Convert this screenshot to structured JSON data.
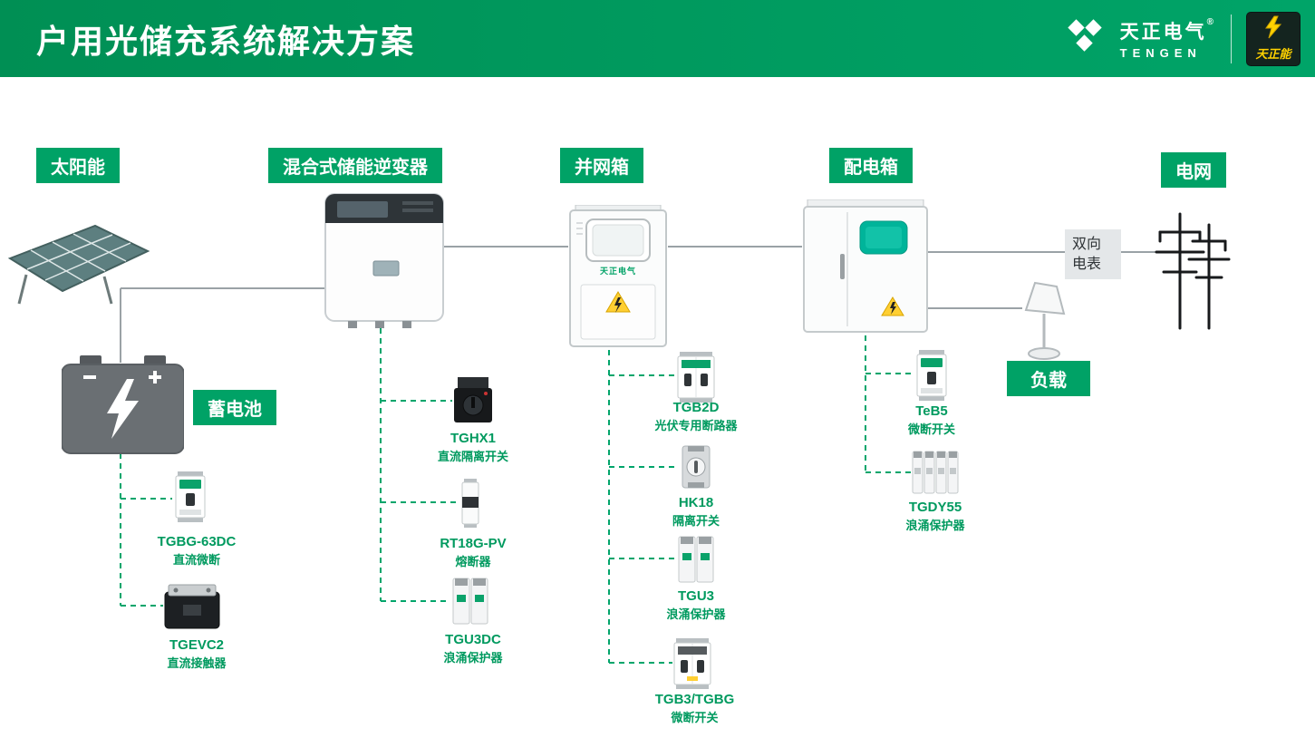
{
  "header": {
    "title": "户用光储充系统解决方案",
    "logo_cn": "天正电气",
    "logo_en": "TENGEN",
    "reg": "®",
    "badge": "天正能"
  },
  "sections": {
    "solar": "太阳能",
    "inverter": "混合式储能逆变器",
    "grid_box": "并网箱",
    "dist_box": "配电箱",
    "grid": "电网",
    "battery": "蓄电池",
    "load": "负载",
    "meter": "双向电表",
    "grid_box_brand": "天正电气"
  },
  "components": [
    {
      "name": "TGBG-63DC",
      "desc": "直流微断"
    },
    {
      "name": "TGEVC2",
      "desc": "直流接触器"
    },
    {
      "name": "TGHX1",
      "desc": "直流隔离开关"
    },
    {
      "name": "RT18G-PV",
      "desc": "熔断器"
    },
    {
      "name": "TGU3DC",
      "desc": "浪涌保护器"
    },
    {
      "name": "TGB2D",
      "desc": "光伏专用断路器"
    },
    {
      "name": "HK18",
      "desc": "隔离开关"
    },
    {
      "name": "TGU3",
      "desc": "浪涌保护器"
    },
    {
      "name": "TGB3/TGBG",
      "desc": "微断开关"
    },
    {
      "name": "TeB5",
      "desc": "微断开关"
    },
    {
      "name": "TGDY55",
      "desc": "浪涌保护器"
    }
  ],
  "colors": {
    "accent": "#00a266",
    "line_gray": "#9aa2a6",
    "line_green": "#00a56b"
  }
}
